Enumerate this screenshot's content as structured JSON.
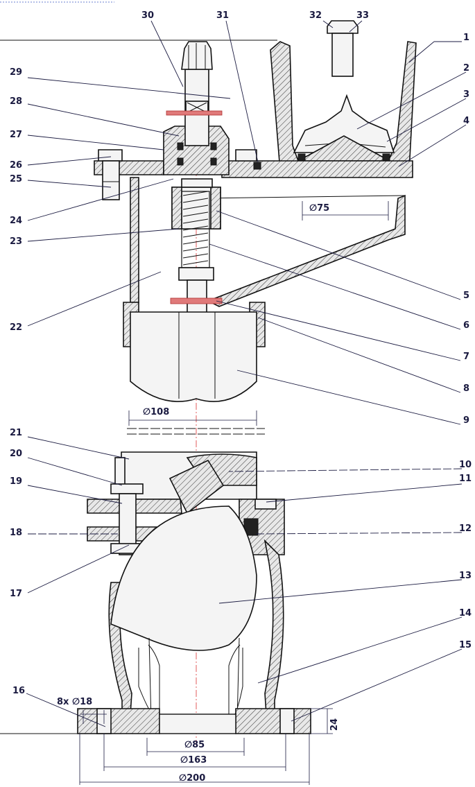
{
  "callouts": [
    {
      "id": "1",
      "text": "1"
    },
    {
      "id": "2",
      "text": "2"
    },
    {
      "id": "3",
      "text": "3"
    },
    {
      "id": "4",
      "text": "4"
    },
    {
      "id": "5",
      "text": "5"
    },
    {
      "id": "6",
      "text": "6"
    },
    {
      "id": "7",
      "text": "7"
    },
    {
      "id": "8",
      "text": "8"
    },
    {
      "id": "9",
      "text": "9"
    },
    {
      "id": "10",
      "text": "10"
    },
    {
      "id": "11",
      "text": "11"
    },
    {
      "id": "12",
      "text": "12"
    },
    {
      "id": "13",
      "text": "13"
    },
    {
      "id": "14",
      "text": "14"
    },
    {
      "id": "15",
      "text": "15"
    },
    {
      "id": "16",
      "text": "16"
    },
    {
      "id": "17",
      "text": "17"
    },
    {
      "id": "18",
      "text": "18"
    },
    {
      "id": "19",
      "text": "19"
    },
    {
      "id": "20",
      "text": "20"
    },
    {
      "id": "21",
      "text": "21"
    },
    {
      "id": "22",
      "text": "22"
    },
    {
      "id": "23",
      "text": "23"
    },
    {
      "id": "24",
      "text": "24"
    },
    {
      "id": "25",
      "text": "25"
    },
    {
      "id": "26",
      "text": "26"
    },
    {
      "id": "27",
      "text": "27"
    },
    {
      "id": "28",
      "text": "28"
    },
    {
      "id": "29",
      "text": "29"
    },
    {
      "id": "30",
      "text": "30"
    },
    {
      "id": "31",
      "text": "31"
    },
    {
      "id": "32",
      "text": "32"
    },
    {
      "id": "33",
      "text": "33"
    }
  ],
  "dimensions": {
    "outlet_diameter": "∅75",
    "barrel_diameter": "∅108",
    "bolt_holes": "8x ∅18",
    "flange_thickness": "24",
    "bore_diameter": "∅85",
    "bolt_circle_diameter": "∅163",
    "flange_diameter": "∅200"
  }
}
